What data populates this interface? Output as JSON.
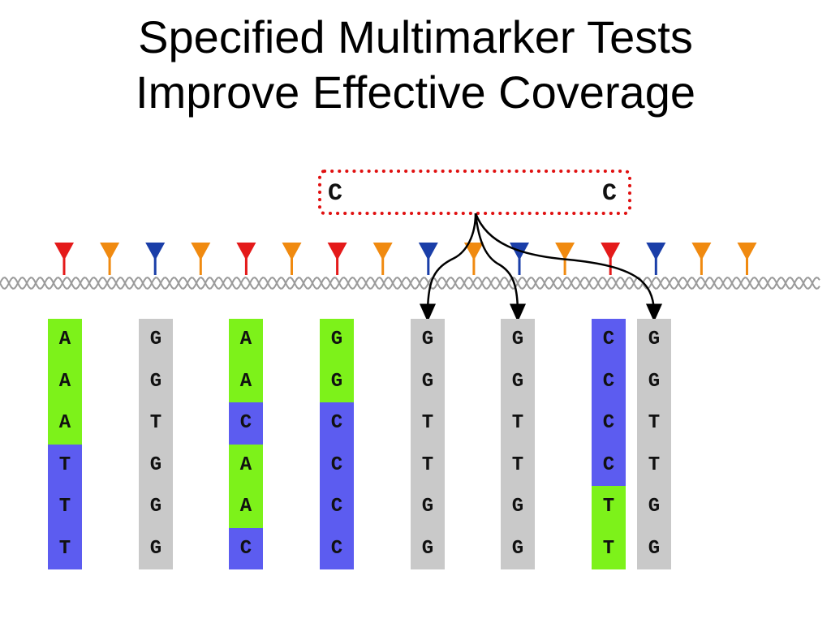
{
  "title": {
    "line1": "Specified Multimarker Tests",
    "line2": "Improve Effective Coverage"
  },
  "box": {
    "left_allele": "C",
    "right_allele": "C",
    "border_color": "#e01010"
  },
  "markers": [
    {
      "color": "#e41a1a"
    },
    {
      "color": "#f08a10"
    },
    {
      "color": "#1a3ea8"
    },
    {
      "color": "#f08a10"
    },
    {
      "color": "#e41a1a"
    },
    {
      "color": "#f08a10"
    },
    {
      "color": "#e41a1a"
    },
    {
      "color": "#f08a10"
    },
    {
      "color": "#1a3ea8"
    },
    {
      "color": "#f08a10"
    },
    {
      "color": "#1a3ea8"
    },
    {
      "color": "#f08a10"
    },
    {
      "color": "#e41a1a"
    },
    {
      "color": "#1a3ea8"
    },
    {
      "color": "#f08a10"
    },
    {
      "color": "#f08a10"
    }
  ],
  "columns": [
    {
      "cells": [
        {
          "base": "A",
          "color": "green"
        },
        {
          "base": "A",
          "color": "green"
        },
        {
          "base": "A",
          "color": "green"
        },
        {
          "base": "T",
          "color": "blue"
        },
        {
          "base": "T",
          "color": "blue"
        },
        {
          "base": "T",
          "color": "blue"
        }
      ]
    },
    {
      "cells": [
        {
          "base": "G",
          "color": "gray"
        },
        {
          "base": "G",
          "color": "gray"
        },
        {
          "base": "T",
          "color": "gray"
        },
        {
          "base": "G",
          "color": "gray"
        },
        {
          "base": "G",
          "color": "gray"
        },
        {
          "base": "G",
          "color": "gray"
        }
      ]
    },
    {
      "cells": [
        {
          "base": "A",
          "color": "green"
        },
        {
          "base": "A",
          "color": "green"
        },
        {
          "base": "C",
          "color": "blue"
        },
        {
          "base": "A",
          "color": "green"
        },
        {
          "base": "A",
          "color": "green"
        },
        {
          "base": "C",
          "color": "blue"
        }
      ]
    },
    {
      "cells": [
        {
          "base": "G",
          "color": "green"
        },
        {
          "base": "G",
          "color": "green"
        },
        {
          "base": "C",
          "color": "blue"
        },
        {
          "base": "C",
          "color": "blue"
        },
        {
          "base": "C",
          "color": "blue"
        },
        {
          "base": "C",
          "color": "blue"
        }
      ]
    },
    {
      "cells": [
        {
          "base": "G",
          "color": "gray"
        },
        {
          "base": "G",
          "color": "gray"
        },
        {
          "base": "T",
          "color": "gray"
        },
        {
          "base": "T",
          "color": "gray"
        },
        {
          "base": "G",
          "color": "gray"
        },
        {
          "base": "G",
          "color": "gray"
        }
      ]
    },
    {
      "cells": [
        {
          "base": "G",
          "color": "gray"
        },
        {
          "base": "G",
          "color": "gray"
        },
        {
          "base": "T",
          "color": "gray"
        },
        {
          "base": "T",
          "color": "gray"
        },
        {
          "base": "G",
          "color": "gray"
        },
        {
          "base": "G",
          "color": "gray"
        }
      ]
    },
    {
      "cells": [
        {
          "base": "C",
          "color": "blue"
        },
        {
          "base": "C",
          "color": "blue"
        },
        {
          "base": "C",
          "color": "blue"
        },
        {
          "base": "C",
          "color": "blue"
        },
        {
          "base": "T",
          "color": "green"
        },
        {
          "base": "T",
          "color": "green"
        }
      ]
    },
    {
      "cells": [
        {
          "base": "G",
          "color": "gray"
        },
        {
          "base": "G",
          "color": "gray"
        },
        {
          "base": "T",
          "color": "gray"
        },
        {
          "base": "T",
          "color": "gray"
        },
        {
          "base": "G",
          "color": "gray"
        },
        {
          "base": "G",
          "color": "gray"
        }
      ]
    }
  ]
}
